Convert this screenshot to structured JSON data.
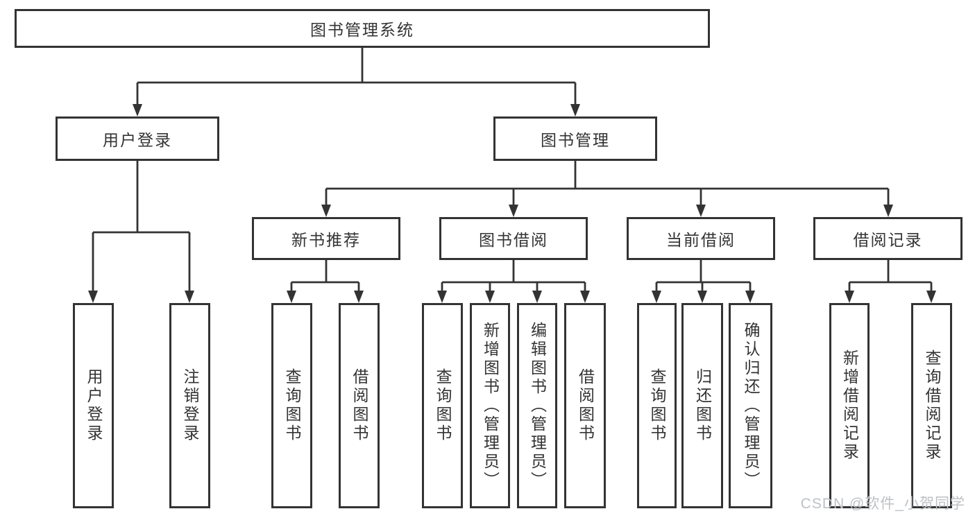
{
  "tree": {
    "root": "图书管理系统",
    "branches": [
      {
        "label": "用户登录",
        "children": [
          "用户登录",
          "注销登录"
        ]
      },
      {
        "label": "图书管理",
        "sections": [
          {
            "label": "新书推荐",
            "children": [
              "查询图书",
              "借阅图书"
            ]
          },
          {
            "label": "图书借阅",
            "children": [
              "查询图书",
              "新增图书（管理员）",
              "编辑图书（管理员）",
              "借阅图书"
            ]
          },
          {
            "label": "当前借阅",
            "children": [
              "查询图书",
              "归还图书",
              "确认归还（管理员）"
            ]
          },
          {
            "label": "借阅记录",
            "children": [
              "新增借阅记录",
              "查询借阅记录"
            ]
          }
        ]
      }
    ]
  },
  "watermark": {
    "text": "CSDN @软件_小贺同学"
  },
  "colors": {
    "line": "#333333",
    "text": "#333333",
    "box_background": "#ffffff",
    "watermark": "#bdc0c6",
    "page_background": "#ffffff"
  }
}
